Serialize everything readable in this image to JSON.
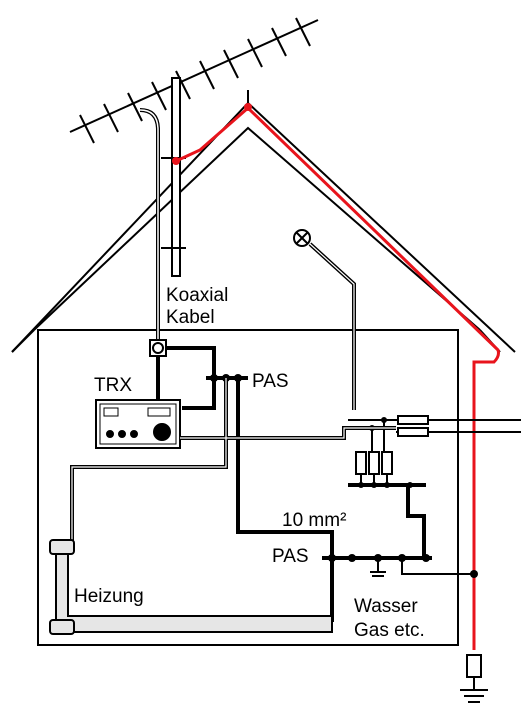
{
  "labels": {
    "coax": "Koaxial",
    "coax2": "Kabel",
    "trx": "TRX",
    "pas_top": "PAS",
    "pas_bottom": "PAS",
    "cross_section": "10 mm²",
    "heating": "Heizung",
    "water": "Wasser",
    "gas": "Gas etc."
  },
  "colors": {
    "lightning_conductor": "#e8141c",
    "wall": "#000000",
    "pipe_fill": "#e6e6e6"
  }
}
